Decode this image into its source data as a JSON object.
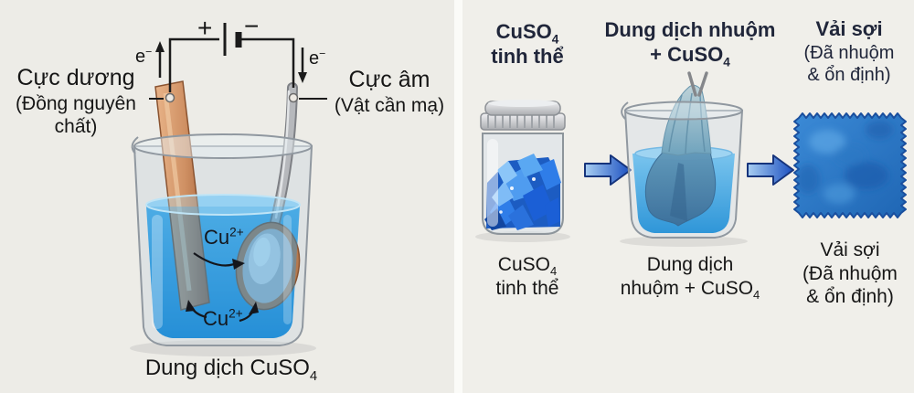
{
  "left_panel": {
    "anode": {
      "title": "Cực dương",
      "subtitle": "(Đồng nguyên chất)"
    },
    "cathode": {
      "title": "Cực âm",
      "subtitle": "(Vật cần mạ)"
    },
    "battery": {
      "plus": "+",
      "minus": "−"
    },
    "electron_left": {
      "base": "e",
      "sup": "−"
    },
    "electron_right": {
      "base": "e",
      "sup": "−"
    },
    "ion_upper": {
      "base": "Cu",
      "sup": "2+"
    },
    "ion_lower": {
      "base": "Cu",
      "sup": "2+"
    },
    "caption": {
      "text": "Dung dịch CuSO",
      "sub": "4"
    }
  },
  "right_panel": {
    "steps": [
      {
        "header_line1": {
          "text": "CuSO",
          "sub": "4"
        },
        "header_line2": "tinh thể",
        "caption_line1": {
          "text": "CuSO",
          "sub": "4"
        },
        "caption_line2": "tinh thể"
      },
      {
        "header_line1": "Dung dịch nhuộm",
        "header_line2": {
          "text": "+ CuSO",
          "sub": "4"
        },
        "caption_line1": "Dung dịch",
        "caption_line2": {
          "text": "nhuộm + CuSO",
          "sub": "4"
        }
      },
      {
        "header_line1": "Vải sợi",
        "header_line2": "(Đã nhuộm",
        "header_line3": "& ổn định)",
        "caption_line1": "Vải sợi",
        "caption_line2": "(Đã nhuộm",
        "caption_line3": "& ổn định)"
      }
    ]
  },
  "colors": {
    "solution_blue": "#2e9ade",
    "crystal_blue": "#1b5fd6",
    "swatch_blue": "#2b7ecb",
    "arrow_blue": "#1b4fc0",
    "copper": "#c07848",
    "header_text": "#20263a",
    "body_text": "#161616"
  }
}
